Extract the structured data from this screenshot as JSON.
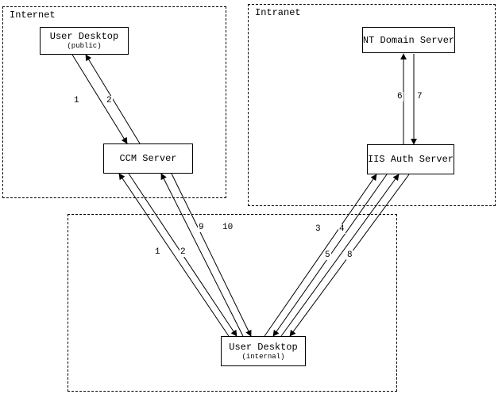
{
  "diagram": {
    "zones": {
      "internet": {
        "label": "Internet"
      },
      "intranet": {
        "label": "Intranet"
      }
    },
    "nodes": {
      "user_desktop_public": {
        "title": "User Desktop",
        "subtitle": "(public)"
      },
      "ccm_server": {
        "title": "CCM Server"
      },
      "nt_domain_server": {
        "title": "NT Domain Server"
      },
      "iis_auth_server": {
        "title": "IIS Auth Server"
      },
      "user_desktop_internal": {
        "title": "User Desktop",
        "subtitle": "(internal)"
      }
    },
    "edge_labels": {
      "public_desktop_to_ccm": "1",
      "ccm_to_public_desktop": "2",
      "iis_to_nt": "6",
      "nt_to_iis": "7",
      "internal_desktop_to_ccm_a": "1",
      "ccm_to_internal_desktop_a": "2",
      "internal_desktop_to_ccm_b": "9",
      "ccm_to_internal_desktop_b": "10",
      "internal_desktop_to_iis_a": "3",
      "iis_to_internal_desktop_a": "4",
      "internal_desktop_to_iis_b": "5",
      "iis_to_internal_desktop_b": "8"
    },
    "colors": {
      "line": "#000000",
      "background": "#ffffff"
    }
  }
}
